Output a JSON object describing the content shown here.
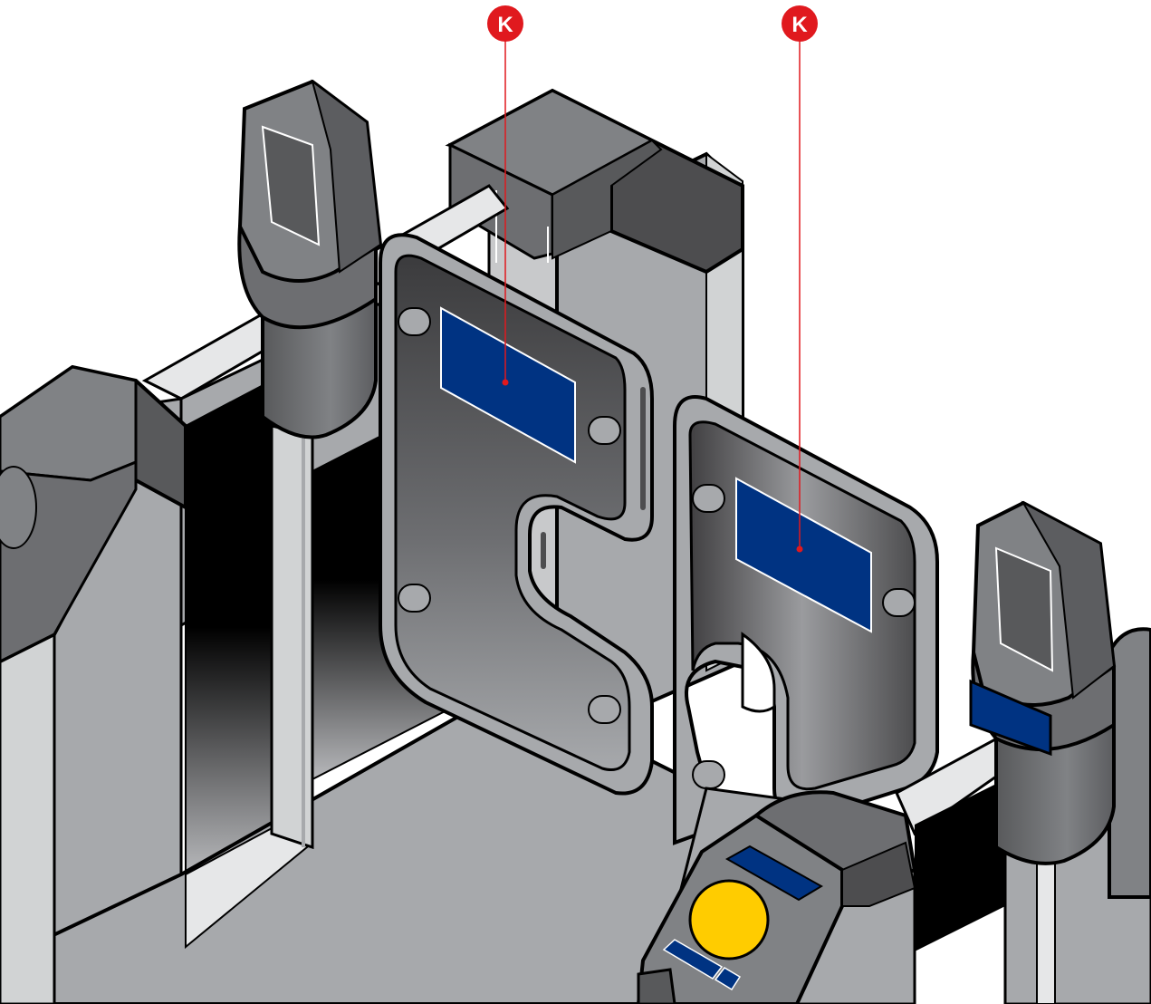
{
  "callouts": [
    {
      "label": "K",
      "target": "door-panel-left-label"
    },
    {
      "label": "K",
      "target": "door-panel-right-label"
    }
  ],
  "colors": {
    "callout": "#e0191e",
    "label_blue": "#003382",
    "button_yellow": "#ffcc00",
    "outline": "#000000",
    "frame_light": "#a7a9ac",
    "frame_mid": "#6d6e71",
    "frame_dark": "#4d4d4f"
  }
}
